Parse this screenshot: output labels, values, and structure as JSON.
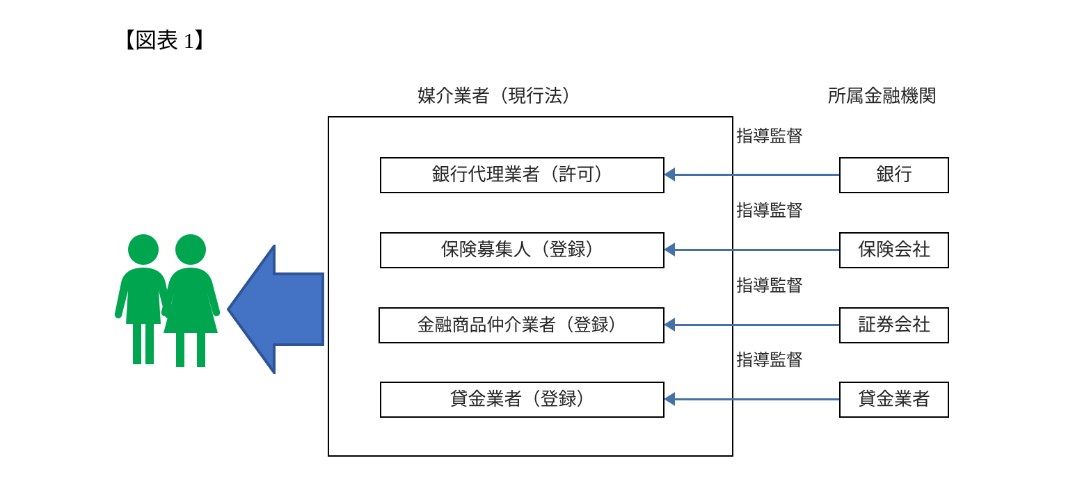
{
  "figure": {
    "title": "【図表 1】"
  },
  "headers": {
    "left_column": "媒介業者（現行法）",
    "right_column": "所属金融機関"
  },
  "intermediaries": [
    {
      "label": "銀行代理業者（許可）"
    },
    {
      "label": "保険募集人（登録）"
    },
    {
      "label": "金融商品仲介業者（登録）"
    },
    {
      "label": "貸金業者（登録）"
    }
  ],
  "institutions": [
    {
      "label": "銀行"
    },
    {
      "label": "保険会社"
    },
    {
      "label": "証券会社"
    },
    {
      "label": "貸金業者"
    }
  ],
  "relations": [
    {
      "label": "指導監督"
    },
    {
      "label": "指導監督"
    },
    {
      "label": "指導監督"
    },
    {
      "label": "指導監督"
    }
  ],
  "icons": {
    "customers": "couple-icon",
    "flow": "left-block-arrow-icon"
  },
  "colors": {
    "arrow_blue": "#4472a8",
    "flow_arrow_fill": "#4472c4",
    "flow_arrow_stroke": "#2e5496",
    "people_green": "#00a550",
    "box_border": "#000000",
    "text": "#262626"
  }
}
